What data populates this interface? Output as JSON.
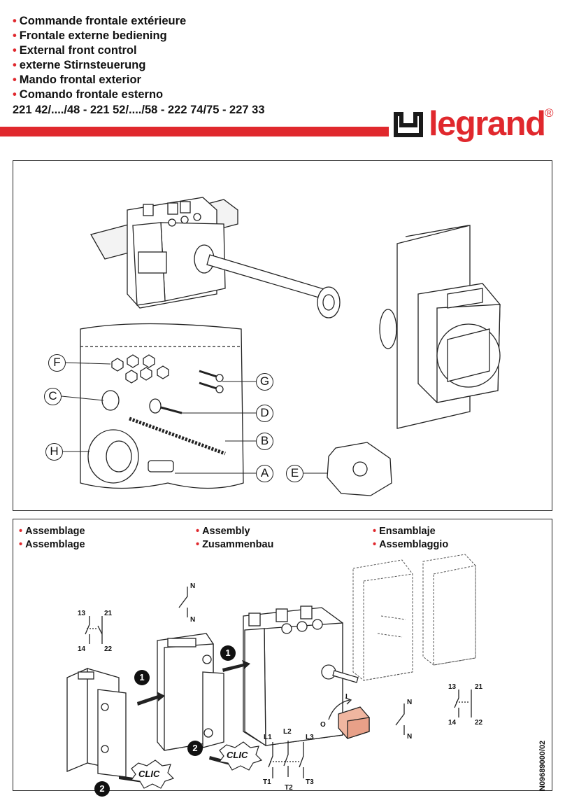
{
  "header": {
    "titles": [
      "Commande frontale extérieure",
      "Frontale externe bediening",
      "External front control",
      "externe Stirnsteuerung",
      "Mando frontal exterior",
      "Comando frontale esterno"
    ],
    "references": "221 42/..../48 - 221 52/..../58 - 222 74/75 - 227 33",
    "bullet": "•",
    "colors": {
      "accent": "#e0282d"
    }
  },
  "logo": {
    "word": "legrand",
    "registered": "®"
  },
  "parts": {
    "labels": [
      "F",
      "C",
      "H",
      "G",
      "D",
      "B",
      "A",
      "E"
    ]
  },
  "assembly": {
    "col1": [
      "Assemblage",
      "Assemblage"
    ],
    "col2": [
      "Assembly",
      "Zusammenbau"
    ],
    "col3": [
      "Ensamblaje",
      "Assemblaggio"
    ]
  },
  "diagrams": {
    "contact_left": {
      "top_left": "13",
      "top_right": "21",
      "bottom_left": "14",
      "bottom_right": "22"
    },
    "contact_right": {
      "top_left": "13",
      "top_right": "21",
      "bottom_left": "14",
      "bottom_right": "22"
    },
    "neutral_top": {
      "top": "N",
      "bottom": "N"
    },
    "neutral_right": {
      "top": "N",
      "bottom": "N"
    },
    "lines": [
      "L1",
      "L2",
      "L3"
    ],
    "terminals": [
      "T1",
      "T2",
      "T3"
    ],
    "switch_positions": {
      "on": "I",
      "off": "O"
    },
    "steps": [
      "1",
      "1",
      "2",
      "2"
    ],
    "clic": [
      "CLIC",
      "CLIC"
    ]
  },
  "footer": {
    "document_number": "N09689000/02"
  }
}
